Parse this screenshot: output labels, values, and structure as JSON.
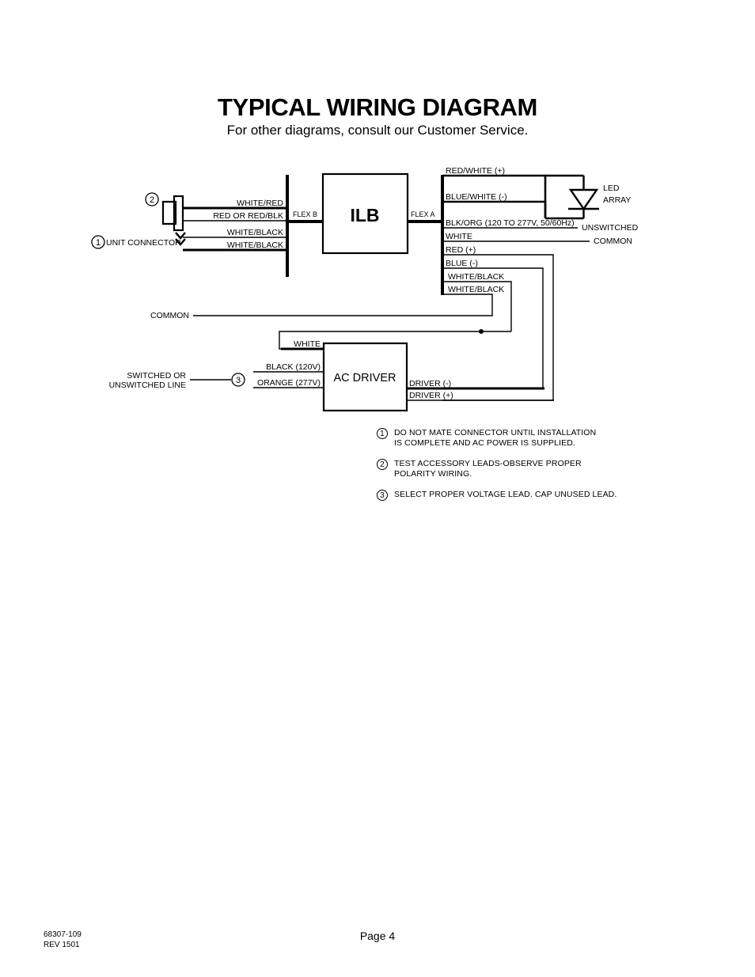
{
  "document": {
    "title": "TYPICAL WIRING DIAGRAM",
    "subtitle": "For other diagrams, consult our Customer Service."
  },
  "diagram": {
    "blocks": {
      "ilb": "ILB",
      "ac_driver": "AC DRIVER",
      "led_array_line1": "LED",
      "led_array_line2": "ARRAY"
    },
    "flex_labels": {
      "flex_b": "FLEX B",
      "flex_a": "FLEX A"
    },
    "left_labels": {
      "unit_connector": "UNIT CONNECTOR",
      "common": "COMMON",
      "switched_line_1": "SWITCHED OR",
      "switched_line_2": "UNSWITCHED LINE"
    },
    "callouts": {
      "one": "1",
      "two": "2",
      "three": "3"
    },
    "flex_b_wires": [
      "WHITE/RED",
      "RED OR RED/BLK",
      "WHITE/BLACK",
      "WHITE/BLACK"
    ],
    "flex_a_wires": [
      "RED/WHITE (+)",
      "BLUE/WHITE (-)",
      "BLK/ORG (120 TO 277V, 50/60Hz)",
      "WHITE",
      "RED (+)",
      "BLUE (-)",
      "WHITE/BLACK",
      "WHITE/BLACK"
    ],
    "right_labels": {
      "unswitched": "UNSWITCHED",
      "common": "COMMON"
    },
    "driver_wires": {
      "white": "WHITE",
      "black": "BLACK (120V)",
      "orange": "ORANGE (277V)",
      "driver_neg": "DRIVER (-)",
      "driver_pos": "DRIVER (+)"
    }
  },
  "notes": [
    {
      "num": "1",
      "line1": "DO NOT MATE CONNECTOR UNTIL INSTALLATION",
      "line2": "IS COMPLETE AND AC POWER IS SUPPLIED."
    },
    {
      "num": "2",
      "line1": "TEST ACCESSORY LEADS-OBSERVE PROPER",
      "line2": "POLARITY WIRING."
    },
    {
      "num": "3",
      "line1": "SELECT PROPER VOLTAGE LEAD. CAP UNUSED LEAD.",
      "line2": ""
    }
  ],
  "footer": {
    "part_number": "68307-109",
    "revision": "REV 1501",
    "page": "Page 4"
  }
}
